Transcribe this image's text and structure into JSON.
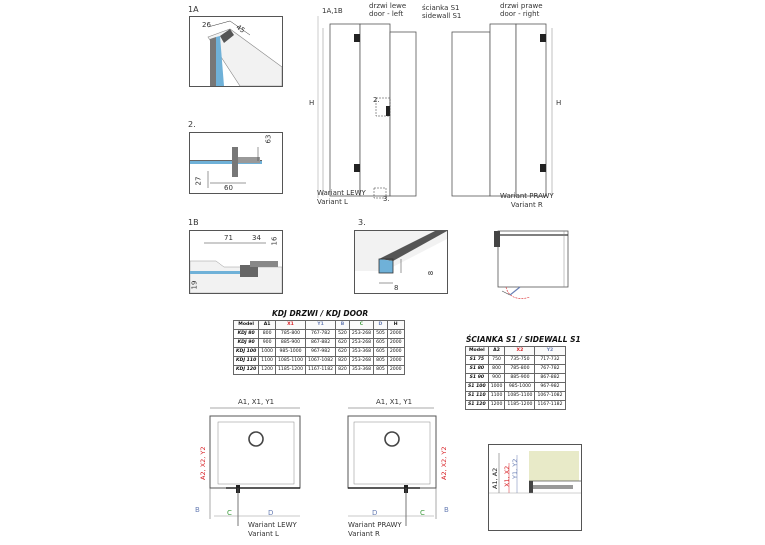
{
  "details": {
    "d1a": {
      "label": "1A",
      "dim1": "26",
      "dim2": "45"
    },
    "d2": {
      "label": "2.",
      "dim1": "63",
      "dim2": "27",
      "dim3": "60"
    },
    "d1b": {
      "label": "1B",
      "dim1": "71",
      "dim2": "34",
      "dim3": "16",
      "dim4": "19"
    },
    "d3": {
      "label": "3.",
      "dim1": "8",
      "dim2": "8"
    }
  },
  "front": {
    "left_marker": "1A,1B",
    "door_left": "drzwi lewe\ndoor - left",
    "sidewall": "ścianka S1\nsidewall S1",
    "door_right": "drzwi prawe\ndoor - right",
    "h_label": "H",
    "detail2": "2.",
    "detail3": "3.",
    "variant_left": "Wariant LEWY\nVariant L",
    "variant_right": "Wariant PRAWY\nVariant R"
  },
  "kdj_table": {
    "title": "KDJ DRZWI / KDJ DOOR",
    "headers": [
      "Model",
      "A1",
      "X1",
      "Y1",
      "B",
      "C",
      "D",
      "H"
    ],
    "rows": [
      [
        "KDJ 80",
        "800",
        "785-800",
        "767-782",
        "520",
        "253-268",
        "505",
        "2000"
      ],
      [
        "KDJ 90",
        "900",
        "885-900",
        "867-882",
        "620",
        "253-268",
        "605",
        "2000"
      ],
      [
        "KDJ 100",
        "1000",
        "985-1000",
        "967-982",
        "620",
        "353-368",
        "605",
        "2000"
      ],
      [
        "KDJ 110",
        "1100",
        "1085-1100",
        "1067-1082",
        "820",
        "253-268",
        "805",
        "2000"
      ],
      [
        "KDJ 120",
        "1200",
        "1185-1200",
        "1167-1182",
        "820",
        "353-368",
        "805",
        "2000"
      ]
    ]
  },
  "s1_table": {
    "title": "ŚCIANKA S1 / SIDEWALL S1",
    "headers": [
      "Model",
      "A2",
      "X2",
      "Y2"
    ],
    "rows": [
      [
        "S1 75",
        "750",
        "735-750",
        "717-732"
      ],
      [
        "S1 80",
        "800",
        "785-800",
        "767-782"
      ],
      [
        "S1 90",
        "900",
        "885-900",
        "867-882"
      ],
      [
        "S1 100",
        "1000",
        "985-1000",
        "967-982"
      ],
      [
        "S1 110",
        "1100",
        "1085-1100",
        "1067-1082"
      ],
      [
        "S1 120",
        "1200",
        "1185-1200",
        "1167-1182"
      ]
    ]
  },
  "plan": {
    "top_dims": "A1, X1, Y1",
    "side_dims": "A2, X2, Y2",
    "b": "B",
    "c": "C",
    "d": "D",
    "variant_left": "Wariant LEWY\nVariant L",
    "variant_right": "Wariant PRAWY\nVariant R"
  },
  "section": {
    "dims": "A1, A2",
    "x": "X1, X2",
    "y": "Y1, Y2"
  }
}
